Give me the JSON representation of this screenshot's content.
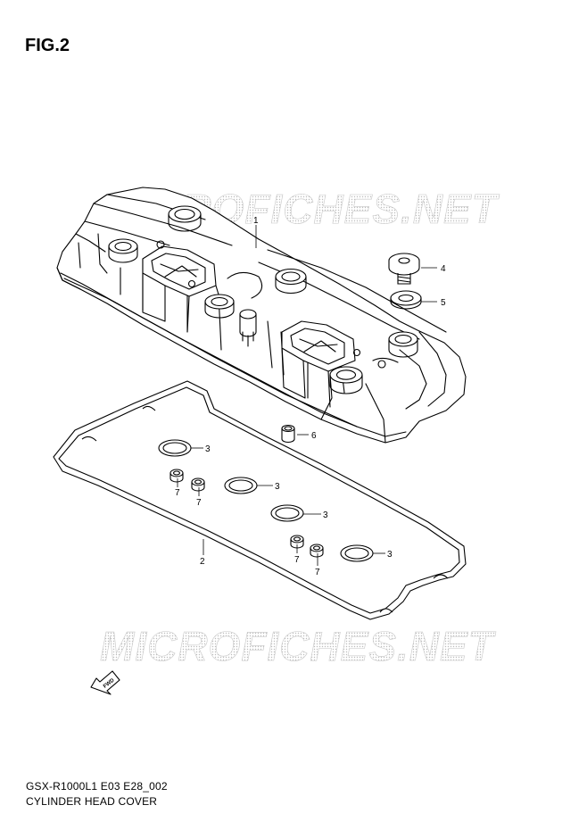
{
  "figure": {
    "title": "FIG.2"
  },
  "watermark": {
    "text": "MICROFICHES.NET"
  },
  "callouts": [
    {
      "id": "1",
      "part": "cylinder-head-cover"
    },
    {
      "id": "2",
      "part": "gasket"
    },
    {
      "id": "3",
      "part": "plug-hole-seal"
    },
    {
      "id": "4",
      "part": "bolt"
    },
    {
      "id": "5",
      "part": "washer"
    },
    {
      "id": "6",
      "part": "dowel-pin"
    },
    {
      "id": "7",
      "part": "seal"
    }
  ],
  "fwd_arrow": {
    "label": "FWD"
  },
  "footer": {
    "code": "GSX-R1000L1 E03 E28_002",
    "name": "CYLINDER HEAD COVER"
  }
}
